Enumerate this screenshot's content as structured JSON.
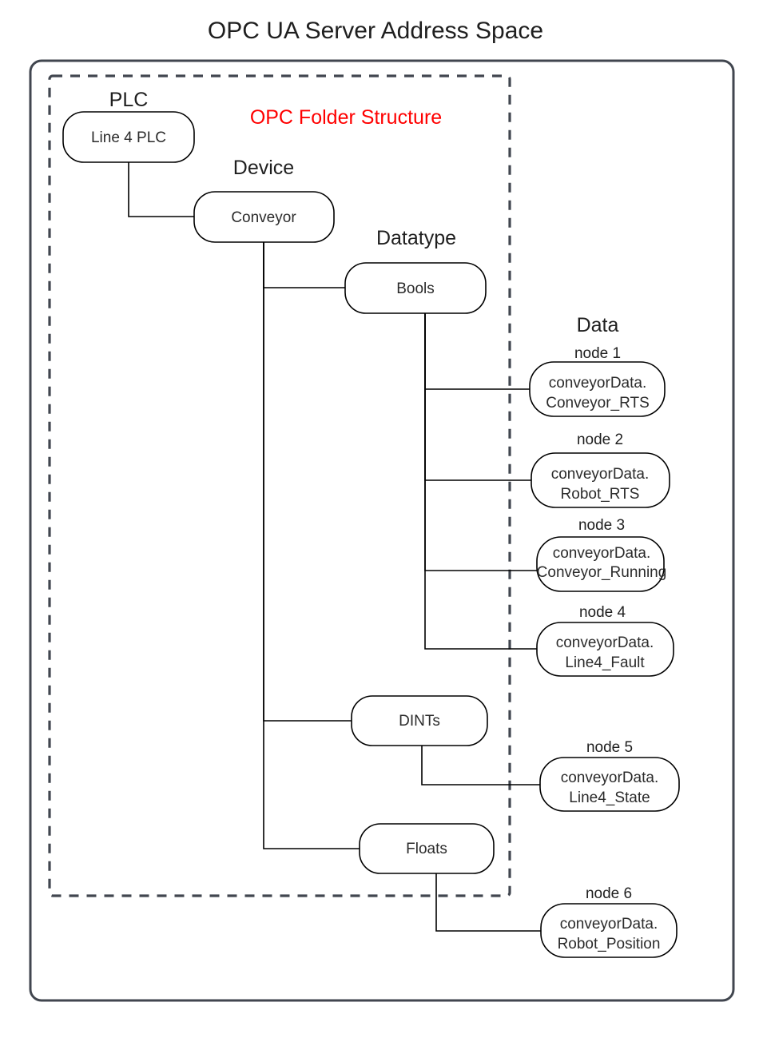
{
  "title": "OPC UA Server Address Space",
  "folder_structure_label": "OPC Folder Structure",
  "colors": {
    "folder_label": "#ff0000",
    "frame": "#41464f",
    "text": "#1f1f1f",
    "node_stroke": "#000000",
    "background": "#ffffff"
  },
  "group_labels": {
    "plc": "PLC",
    "device": "Device",
    "datatype": "Datatype",
    "data": "Data"
  },
  "tree": {
    "plc": {
      "label": "Line 4 PLC"
    },
    "device": {
      "label": "Conveyor"
    },
    "datatypes": [
      {
        "label": "Bools"
      },
      {
        "label": "DINTs"
      },
      {
        "label": "Floats"
      }
    ]
  },
  "nodes": [
    {
      "caption": "node 1",
      "line1": "conveyorData.",
      "line2": "Conveyor_RTS",
      "parent": "Bools"
    },
    {
      "caption": "node 2",
      "line1": "conveyorData.",
      "line2": "Robot_RTS",
      "parent": "Bools"
    },
    {
      "caption": "node 3",
      "line1": "conveyorData.",
      "line2": "Conveyor_Running",
      "parent": "Bools"
    },
    {
      "caption": "node 4",
      "line1": "conveyorData.",
      "line2": "Line4_Fault",
      "parent": "Bools"
    },
    {
      "caption": "node 5",
      "line1": "conveyorData.",
      "line2": "Line4_State",
      "parent": "DINTs"
    },
    {
      "caption": "node 6",
      "line1": "conveyorData.",
      "line2": "Robot_Position",
      "parent": "Floats"
    }
  ]
}
